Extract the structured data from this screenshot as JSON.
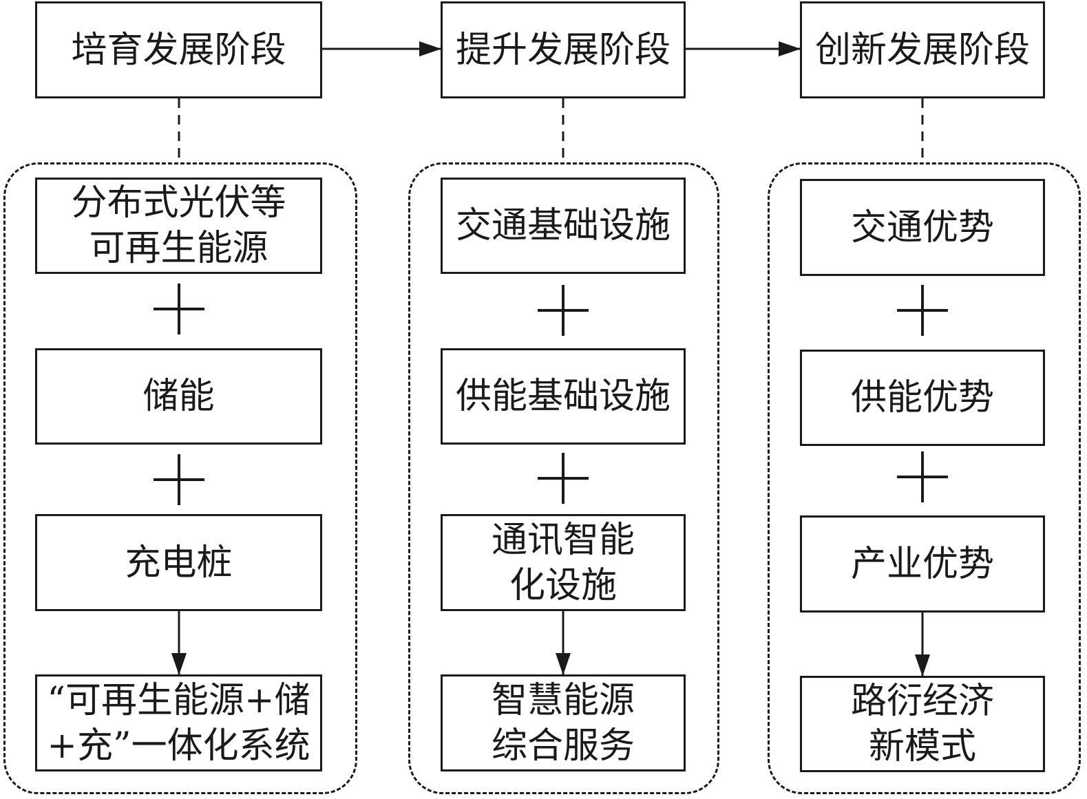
{
  "stages": [
    {
      "title": "培育发展阶段",
      "items": [
        "分布式光伏等\n可再生能源",
        "储能",
        "充电桩"
      ],
      "result": "“可再生能源+储\n+充”一体化系统"
    },
    {
      "title": "提升发展阶段",
      "items": [
        "交通基础设施",
        "供能基础设施",
        "通讯智能\n化设施"
      ],
      "result": "智慧能源\n综合服务"
    },
    {
      "title": "创新发展阶段",
      "items": [
        "交通优势",
        "供能优势",
        "产业优势"
      ],
      "result": "路衍经济\n新模式"
    }
  ],
  "colors": {
    "line": "#1a1a1a",
    "background": "#ffffff"
  }
}
